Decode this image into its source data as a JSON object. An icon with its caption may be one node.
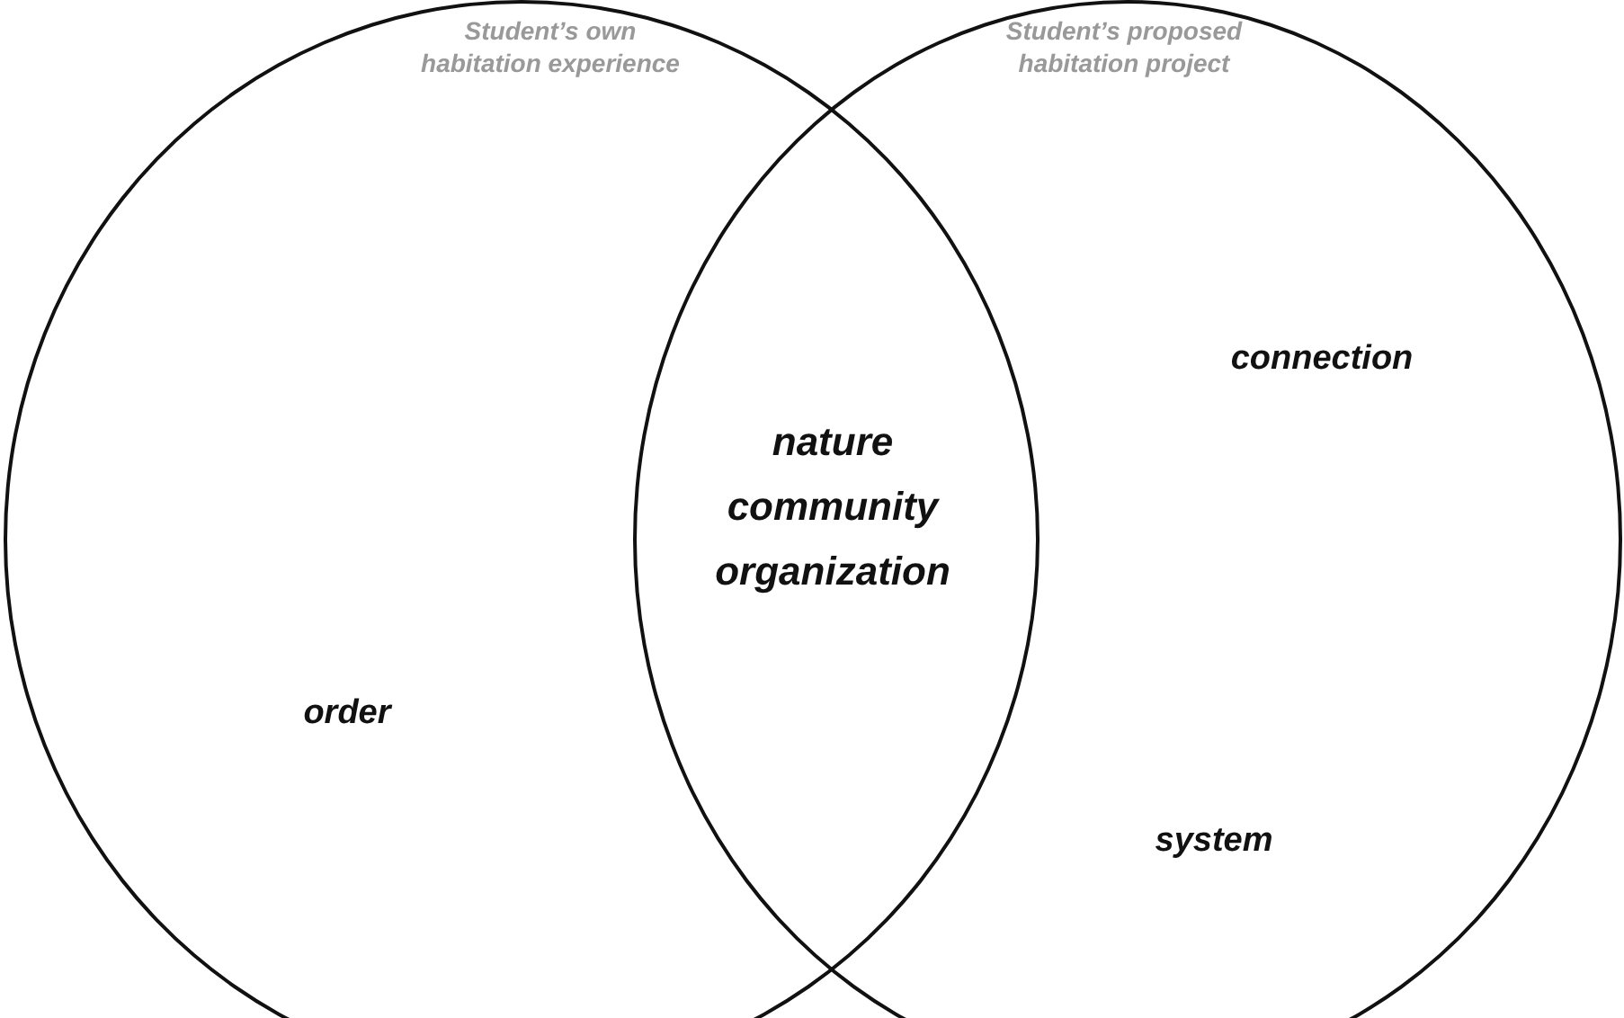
{
  "diagram": {
    "nodes": [
      {
        "text": [
          "Student’s own habitation experience",
          "order"
        ]
      },
      {
        "text": [
          "Student’s proposed habitation project",
          "connection",
          "system"
        ]
      }
    ],
    "edges": [],
    "labels": [
      "nature community organization"
    ]
  }
}
